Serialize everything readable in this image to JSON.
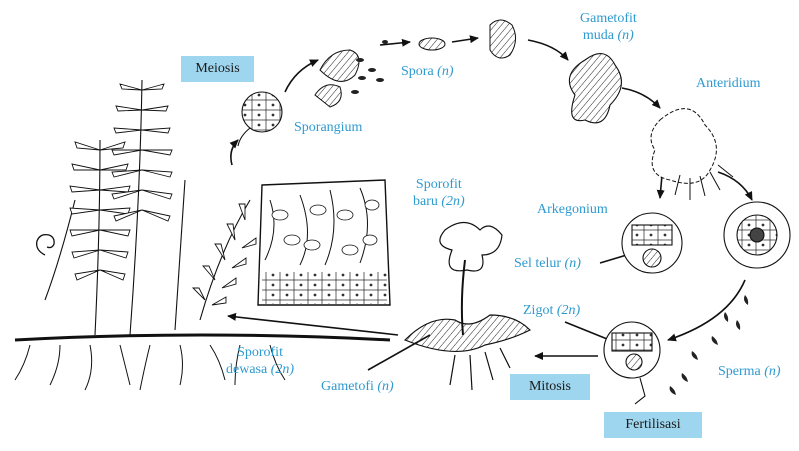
{
  "title": "",
  "colors": {
    "label": "#2e9ad0",
    "box": "#9fd6ef",
    "line": "#111111"
  },
  "stages": {
    "meiosis": "Meiosis",
    "sporangium": "Sporangium",
    "spora": {
      "text": "Spora",
      "ploidy": "(n)"
    },
    "gametofit_muda": {
      "line1": "Gametofit",
      "line2": "muda",
      "ploidy": "(n)"
    },
    "anteridium": "Anteridium",
    "arkegonium": "Arkegonium",
    "sel_telur": {
      "text": "Sel telur",
      "ploidy": "(n)"
    },
    "sporofit_baru": {
      "line1": "Sporofit",
      "line2": "baru",
      "ploidy": "(2n)"
    },
    "zigot": {
      "text": "Zigot",
      "ploidy": "(2n)"
    },
    "sperma": {
      "text": "Sperma",
      "ploidy": "(n)"
    },
    "fertilisasi": "Fertilisasi",
    "mitosis": "Mitosis",
    "gametofi": {
      "text": "Gametofi",
      "ploidy": "(n)"
    },
    "sporofit_dewasa": {
      "line1": "Sporofit",
      "line2": "dewasa",
      "ploidy": "(2n)"
    }
  }
}
